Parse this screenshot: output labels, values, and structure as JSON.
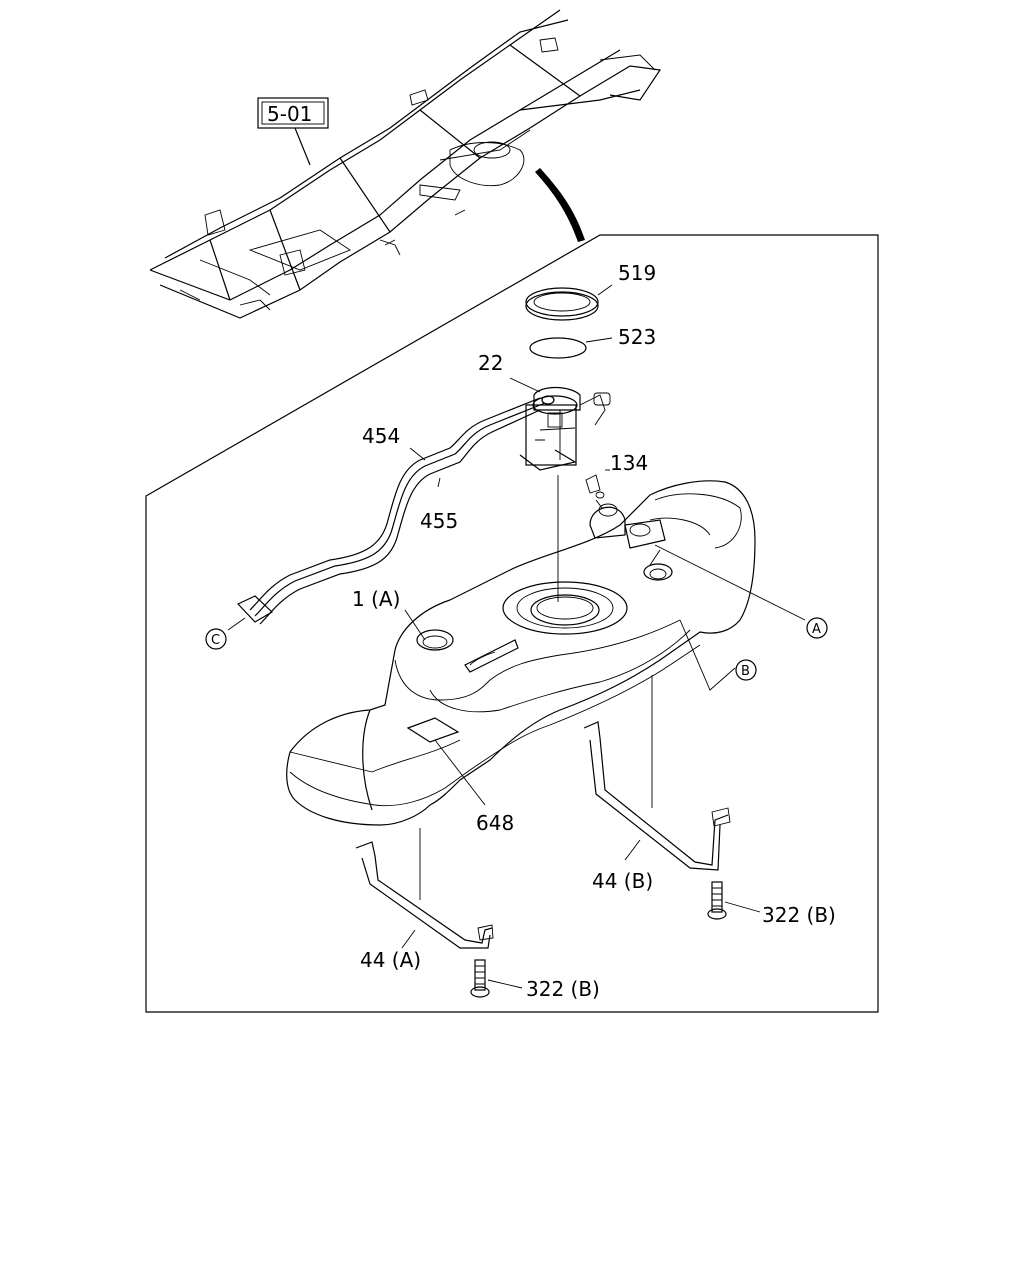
{
  "reference": {
    "label": "5-01"
  },
  "parts": {
    "p519": "519",
    "p523": "523",
    "p22": "22",
    "p454": "454",
    "p455": "455",
    "p134": "134",
    "p1A": "1 (A)",
    "p648": "648",
    "p44B": "44 (B)",
    "p44A": "44 (A)",
    "p322B_right": "322 (B)",
    "p322B_bottom": "322 (B)"
  },
  "callouts": {
    "A": "A",
    "B": "B",
    "C": "C"
  }
}
